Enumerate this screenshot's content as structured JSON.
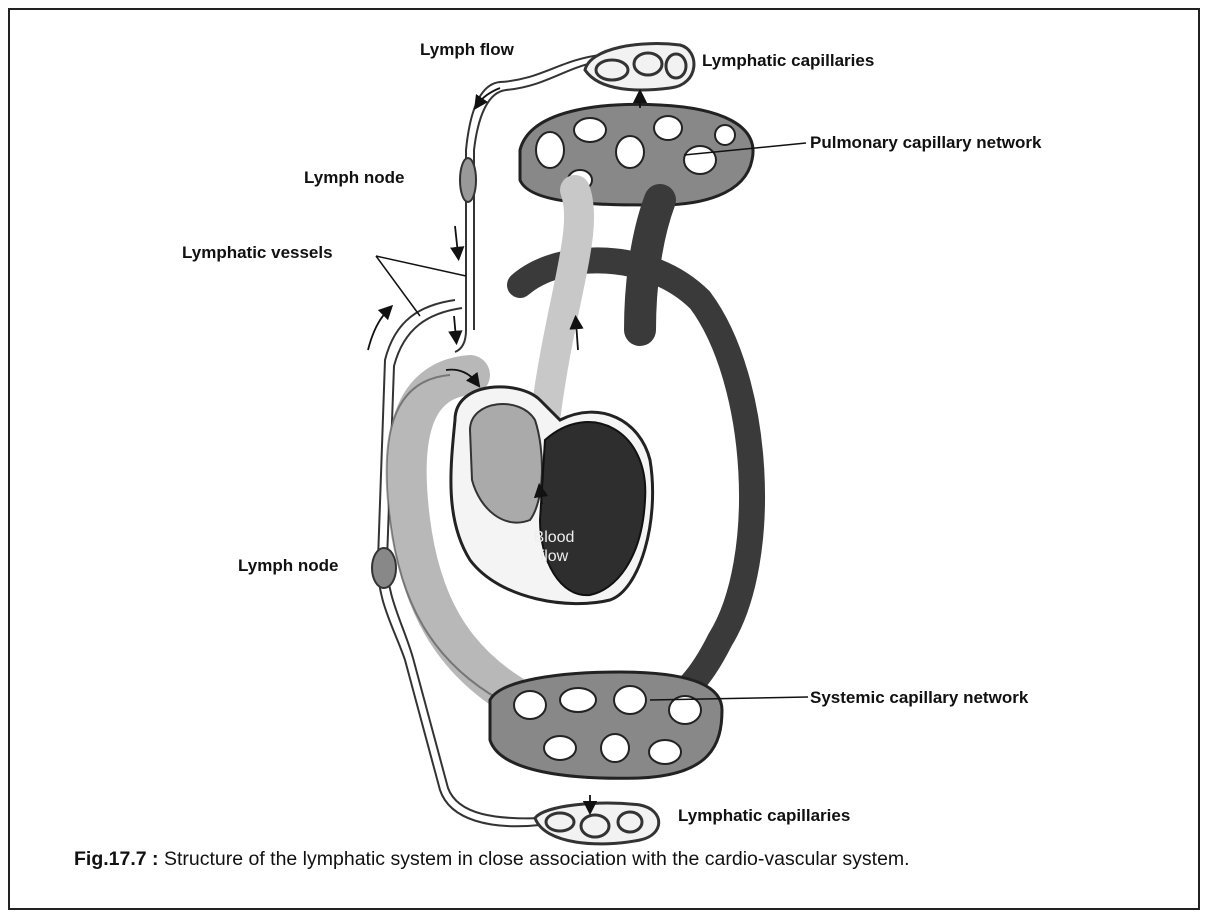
{
  "figure": {
    "labels": {
      "lymph_flow": "Lymph flow",
      "lymphatic_capillaries_top": "Lymphatic capillaries",
      "pulmonary_capillary_network": "Pulmonary capillary network",
      "lymph_node_top": "Lymph node",
      "lymphatic_vessels": "Lymphatic vessels",
      "lymph_node_bottom": "Lymph node",
      "systemic_capillary_network": "Systemic capillary network",
      "lymphatic_capillaries_bottom": "Lymphatic capillaries",
      "blood_flow_line1": "Blood",
      "blood_flow_line2": "flow"
    },
    "caption": {
      "number": "Fig.17.7 :",
      "text": " Structure of the lymphatic system in close association with the cardio-vascular system."
    },
    "colors": {
      "venous": "#b8b8b8",
      "arterial": "#3a3a3a",
      "heart_dark": "#2e2e2e",
      "line": "#111111"
    }
  }
}
